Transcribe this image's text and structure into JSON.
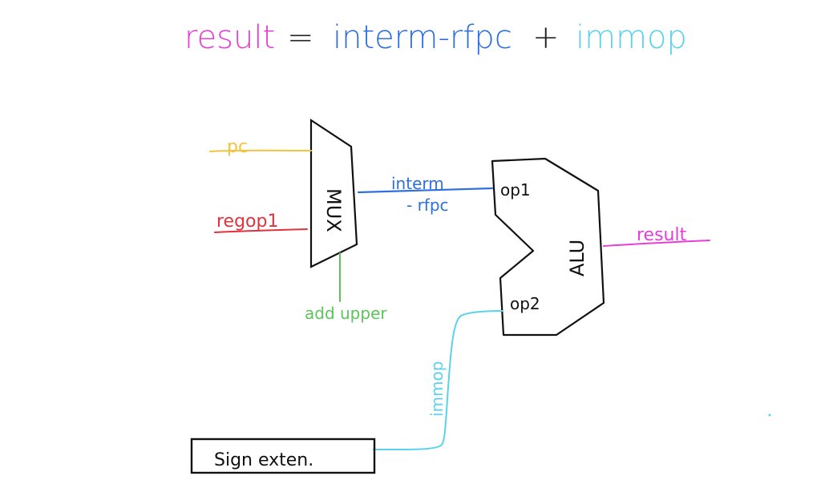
{
  "equation": {
    "result": "result",
    "equals": "=",
    "interm": "interm-rfpc",
    "plus": "+",
    "immop": "immop"
  },
  "mux": {
    "label": "MUX",
    "inputs": {
      "pc": "pc",
      "regop1": "regop1"
    },
    "select": "add upper"
  },
  "wires": {
    "interm_line1": "interm",
    "interm_line2": "- rfpc",
    "immop": "immop",
    "result": "result"
  },
  "alu": {
    "label": "ALU",
    "op1": "op1",
    "op2": "op2"
  },
  "sign_ext": {
    "label": "Sign exten."
  },
  "colors": {
    "result": "#e53fd8",
    "interm": "#2f6fde",
    "immop": "#5ad2ee",
    "pc": "#f2c43d",
    "regop1": "#e2333d",
    "select": "#5cc45a",
    "ink": "#111111"
  }
}
